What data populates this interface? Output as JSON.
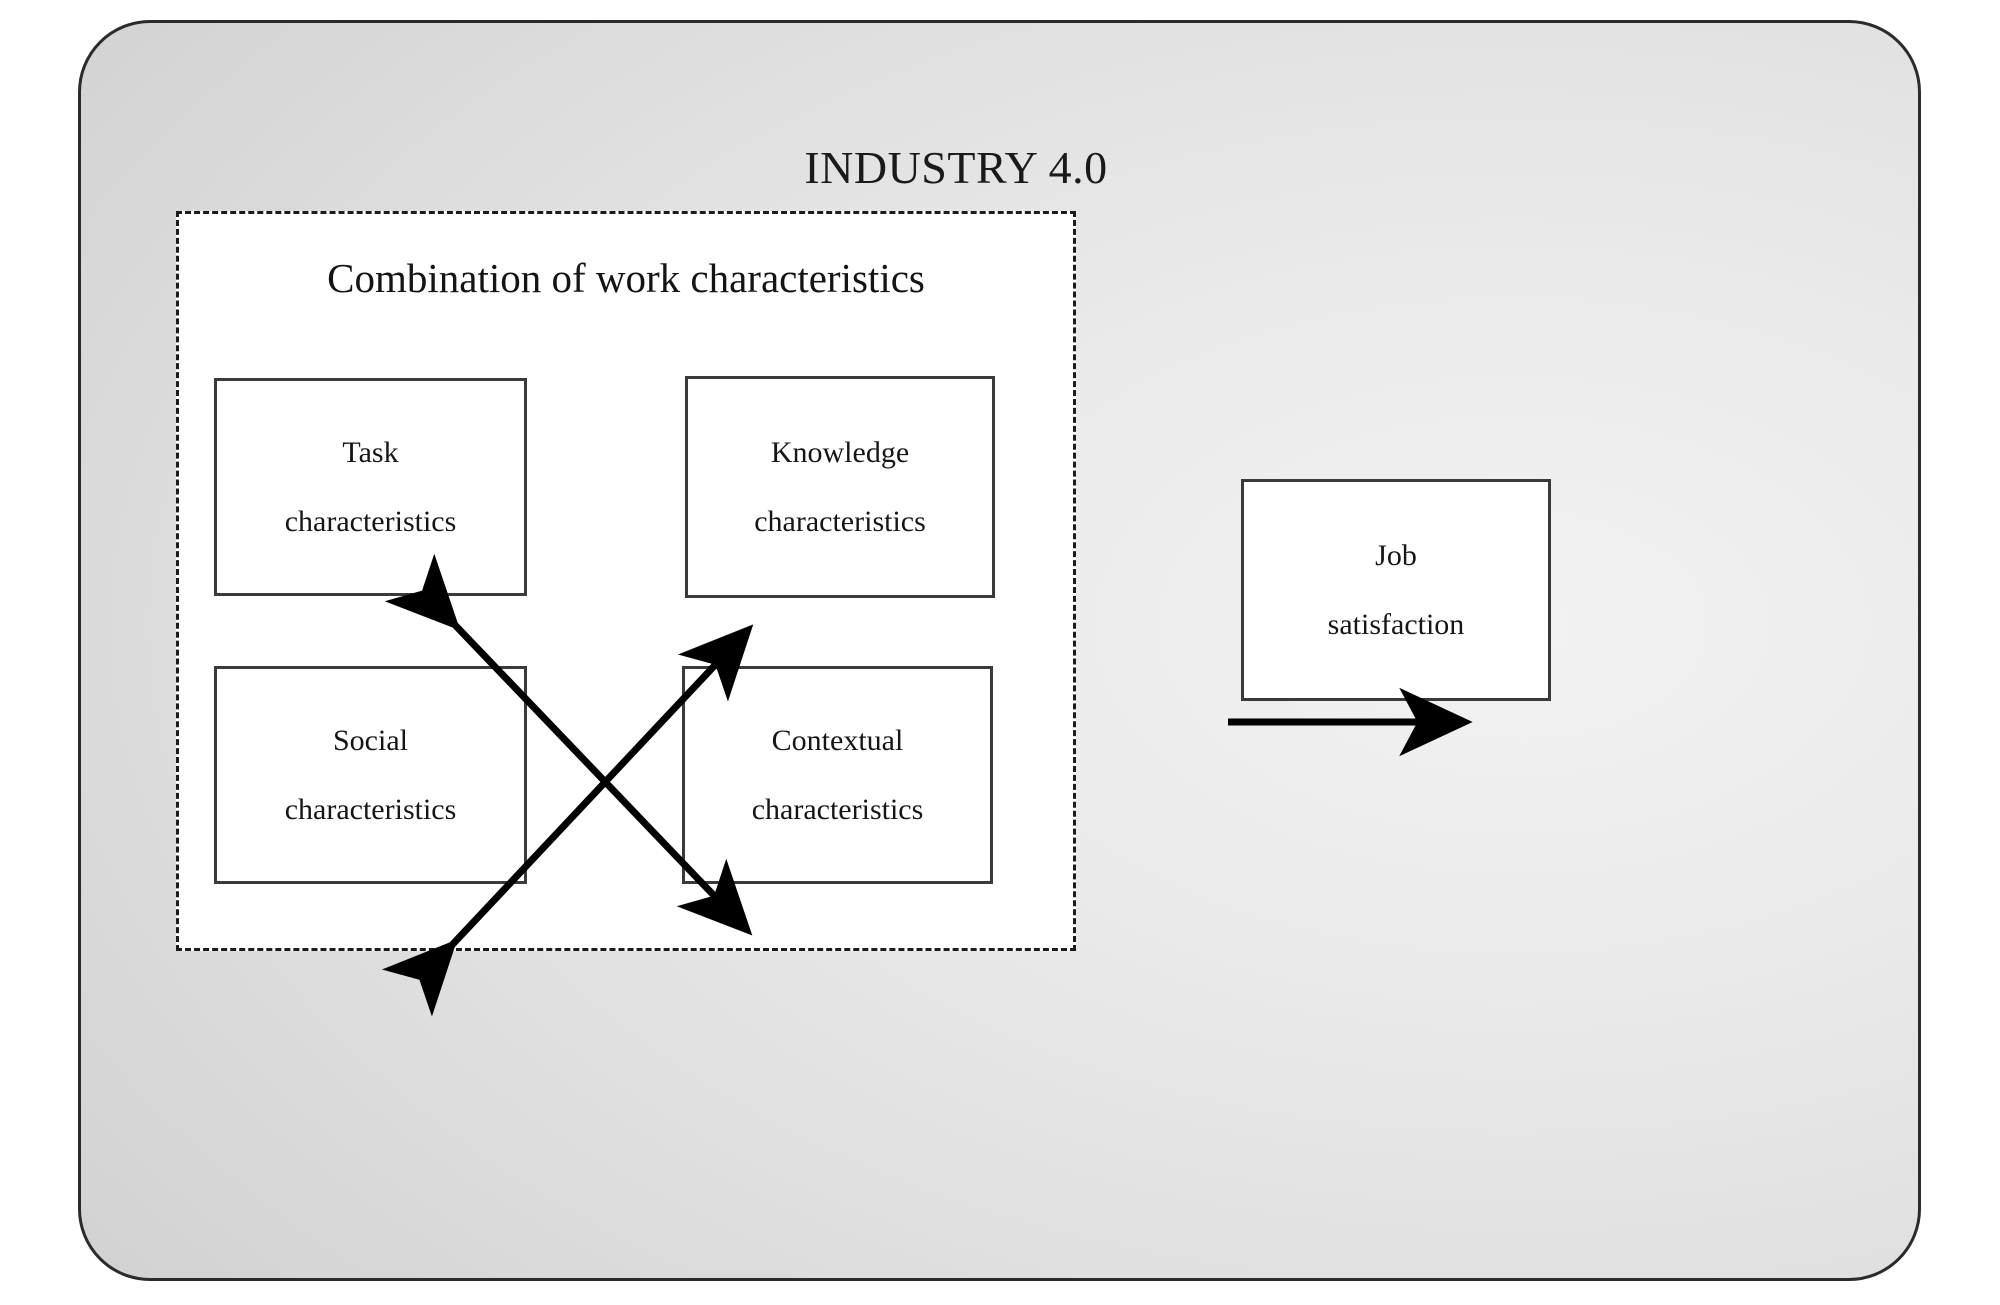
{
  "diagram": {
    "outer_frame": {
      "title": "INDUSTRY 4.0",
      "fill_gradient_light": "#f2f2f2",
      "fill_gradient_dark": "#bdbdbd",
      "border_color": "#2b2b2b"
    },
    "dashed_group": {
      "title": "Combination of work characteristics",
      "border_style": "dashed",
      "border_color": "#1c1c1c",
      "fill": "#ffffff"
    },
    "boxes": [
      {
        "id": "task",
        "line1": "Task",
        "line2": "characteristics"
      },
      {
        "id": "knowledge",
        "line1": "Knowledge",
        "line2": "characteristics"
      },
      {
        "id": "social",
        "line1": "Social",
        "line2": "characteristics"
      },
      {
        "id": "contextual",
        "line1": "Contextual",
        "line2": "characteristics"
      }
    ],
    "outcome_box": {
      "id": "job-satisfaction",
      "line1": "Job",
      "line2": "satisfaction"
    },
    "connectors": [
      {
        "id": "task-contextual",
        "from": "task",
        "to": "contextual",
        "style": "double-headed",
        "direction": "diagonal-down-right",
        "color": "#000000"
      },
      {
        "id": "social-knowledge",
        "from": "social",
        "to": "knowledge",
        "style": "double-headed",
        "direction": "diagonal-up-right",
        "color": "#000000"
      },
      {
        "id": "group-to-outcome",
        "from": "dashed_group",
        "to": "job-satisfaction",
        "style": "single-headed",
        "direction": "horizontal-right",
        "color": "#000000"
      }
    ]
  }
}
